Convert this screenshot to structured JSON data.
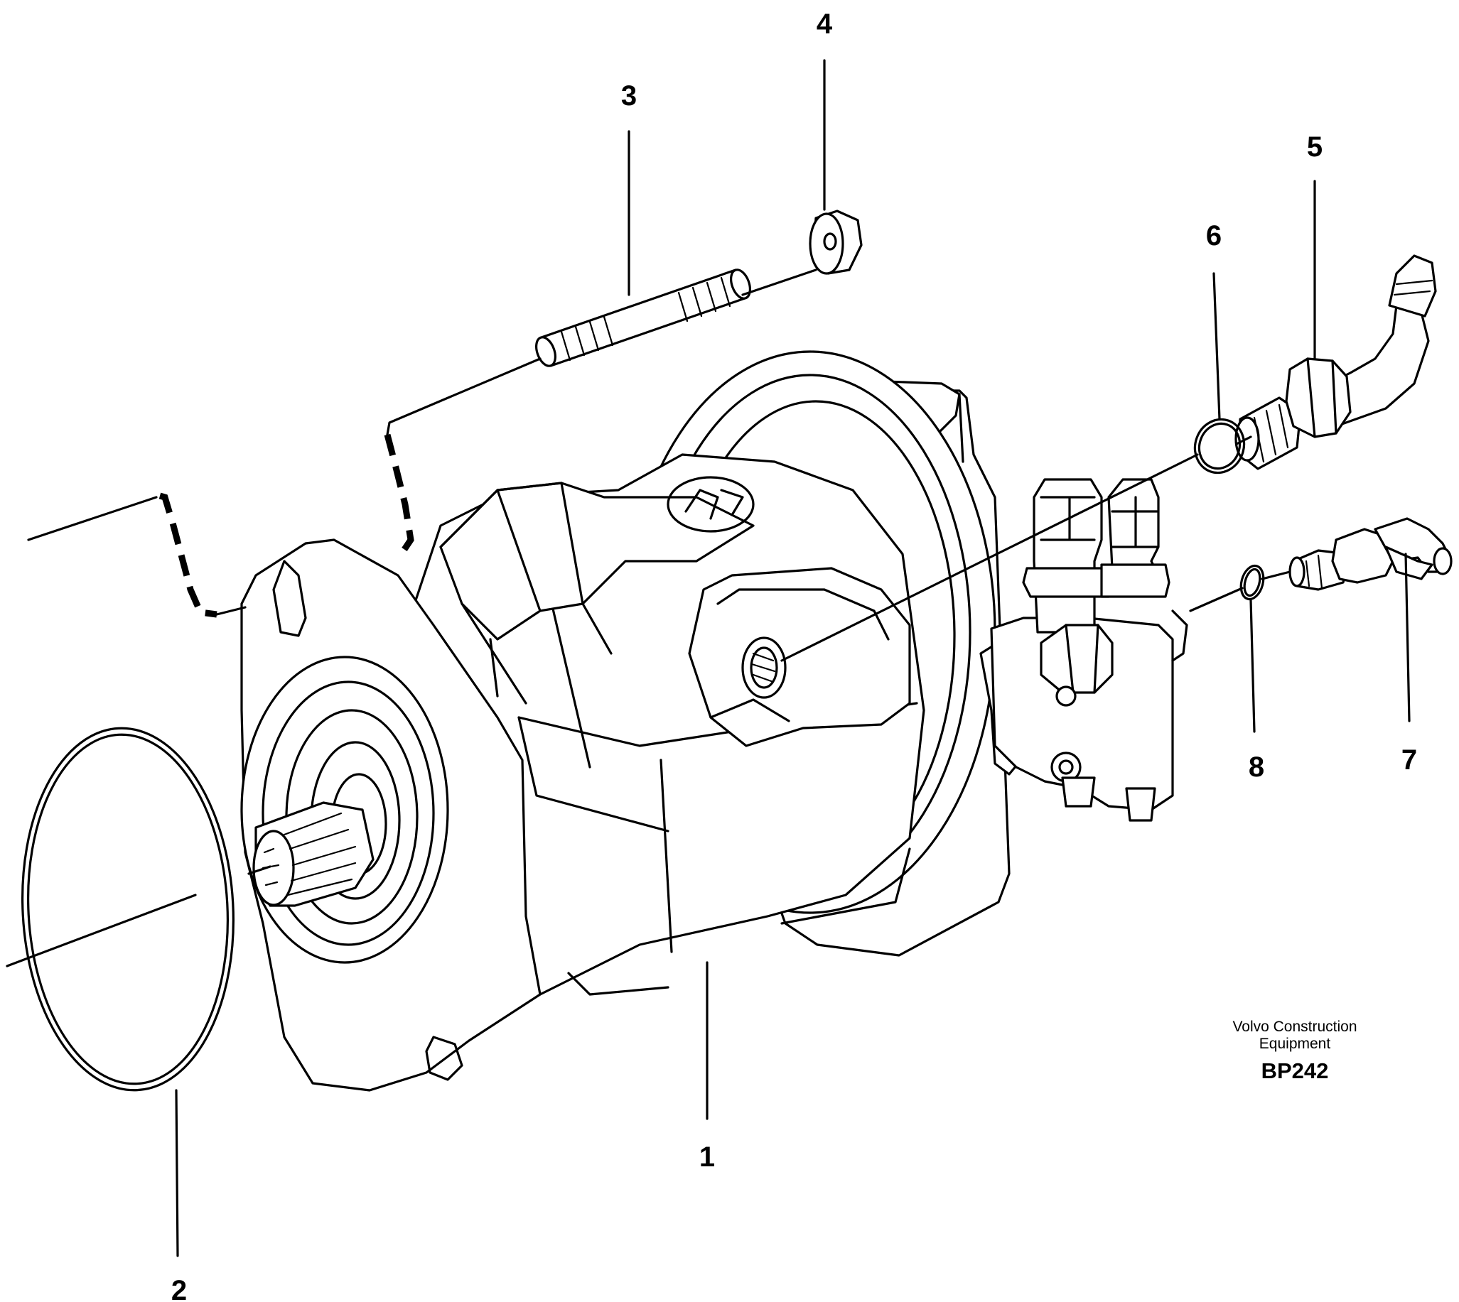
{
  "callouts": [
    {
      "id": "1",
      "label": "1"
    },
    {
      "id": "2",
      "label": "2"
    },
    {
      "id": "3",
      "label": "3"
    },
    {
      "id": "4",
      "label": "4"
    },
    {
      "id": "5",
      "label": "5"
    },
    {
      "id": "6",
      "label": "6"
    },
    {
      "id": "7",
      "label": "7"
    },
    {
      "id": "8",
      "label": "8"
    }
  ],
  "caption": {
    "line1": "Volvo Construction",
    "line2": "Equipment",
    "code": "BP242"
  }
}
